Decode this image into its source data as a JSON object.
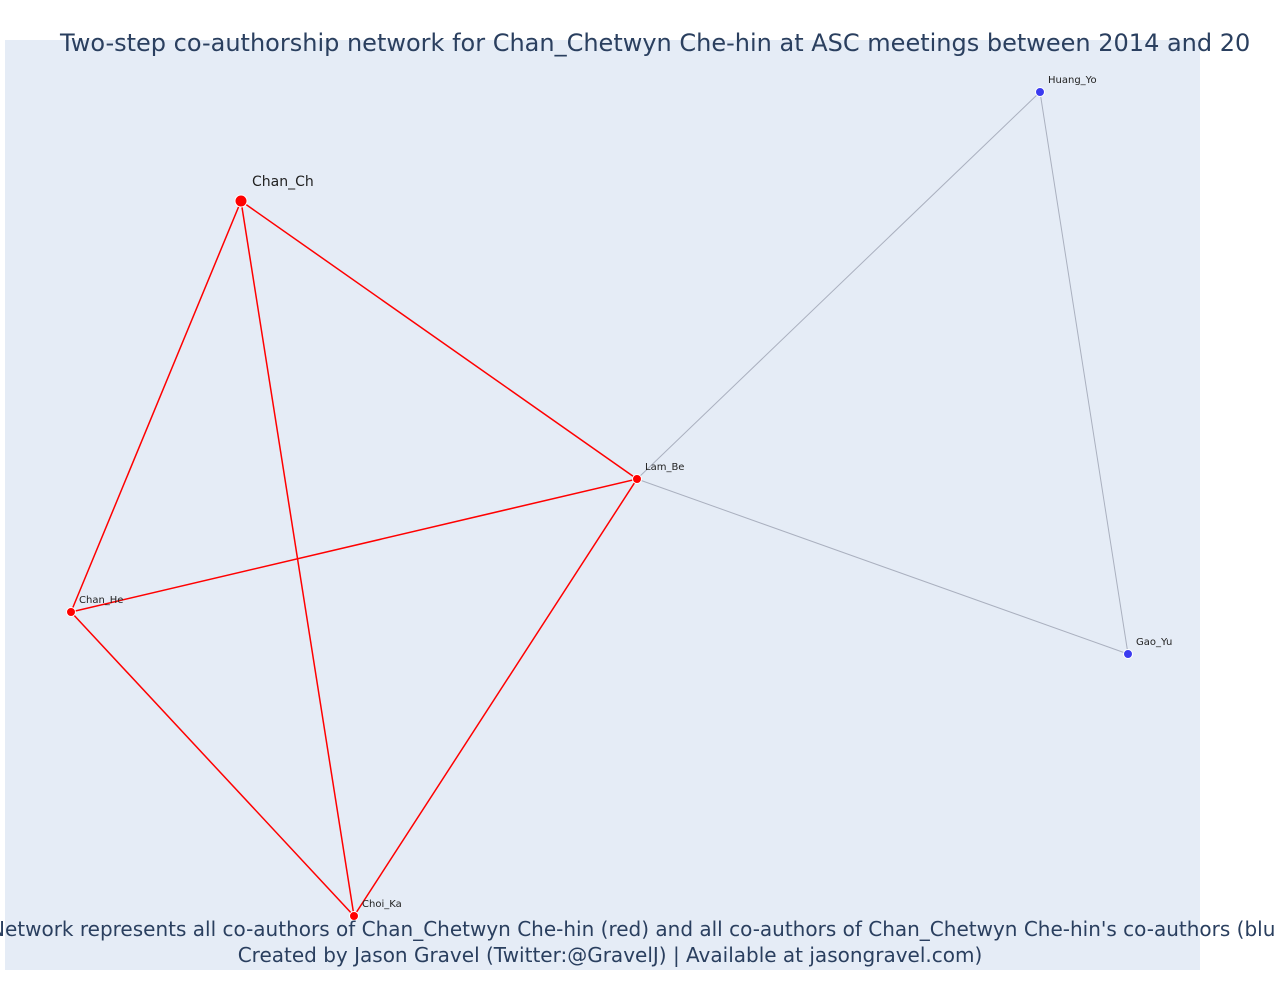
{
  "title": "Two-step co-authorship network for Chan_Chetwyn Che-hin at ASC meetings between 2014 and 20",
  "caption": {
    "line1": "Network represents all co-authors of Chan_Chetwyn Che-hin (red) and all co-authors of Chan_Chetwyn Che-hin's co-authors (blu",
    "line2": "Created by Jason Gravel (Twitter:@GravelJ) | Available at jasongravel.com)"
  },
  "colors": {
    "background": "#e5ecf6",
    "title": "#2a3f5f",
    "red": "#ff0000",
    "blue": "#3b3bf0",
    "grey_edge": "#aab0bf"
  },
  "nodes": [
    {
      "id": "Chan_Ch",
      "label": "Chan_Ch",
      "group": "focal"
    },
    {
      "id": "Chan_He",
      "label": "Chan_He",
      "group": "coauthor"
    },
    {
      "id": "Lam_Be",
      "label": "Lam_Be",
      "group": "coauthor"
    },
    {
      "id": "Choi_Ka",
      "label": "Choi_Ka",
      "group": "coauthor"
    },
    {
      "id": "Huang_Yo",
      "label": "Huang_Yo",
      "group": "second"
    },
    {
      "id": "Gao_Yu",
      "label": "Gao_Yu",
      "group": "second"
    }
  ],
  "edges": [
    {
      "source": "Chan_Ch",
      "target": "Chan_He",
      "kind": "red"
    },
    {
      "source": "Chan_Ch",
      "target": "Lam_Be",
      "kind": "red"
    },
    {
      "source": "Chan_Ch",
      "target": "Choi_Ka",
      "kind": "red"
    },
    {
      "source": "Chan_He",
      "target": "Lam_Be",
      "kind": "red"
    },
    {
      "source": "Chan_He",
      "target": "Choi_Ka",
      "kind": "red"
    },
    {
      "source": "Lam_Be",
      "target": "Choi_Ka",
      "kind": "red"
    },
    {
      "source": "Lam_Be",
      "target": "Huang_Yo",
      "kind": "grey"
    },
    {
      "source": "Lam_Be",
      "target": "Gao_Yu",
      "kind": "grey"
    },
    {
      "source": "Huang_Yo",
      "target": "Gao_Yu",
      "kind": "grey"
    }
  ]
}
